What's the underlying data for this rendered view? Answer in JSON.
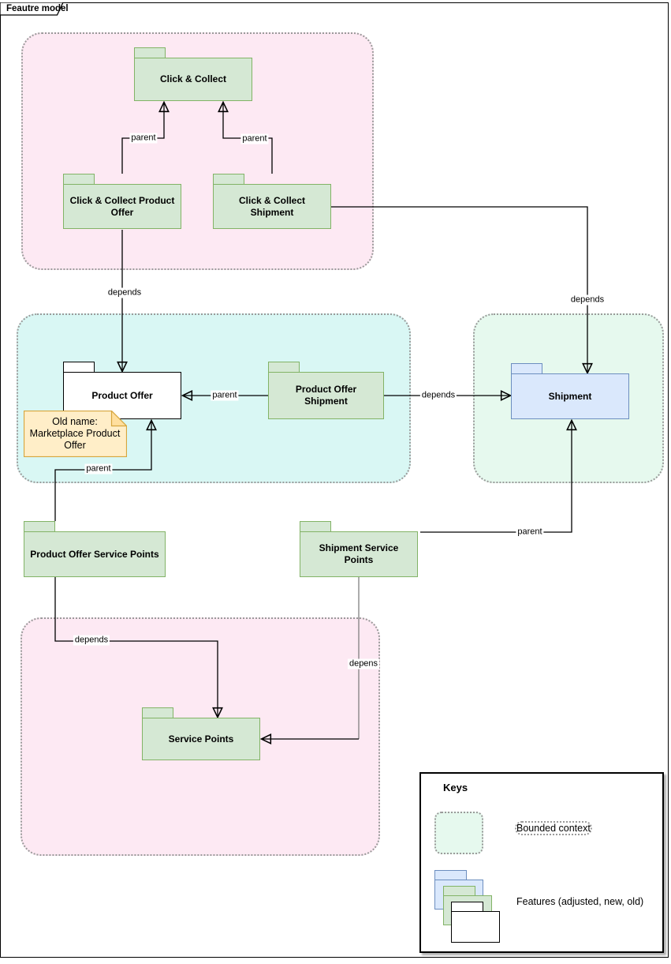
{
  "page": {
    "tab_title": "Feautre model"
  },
  "nodes": {
    "click_collect": {
      "label": "Click & Collect",
      "style": "feature-new"
    },
    "cc_product_offer": {
      "label": "Click & Collect Product Offer",
      "style": "feature-new"
    },
    "cc_shipment": {
      "label": "Click & Collect Shipment",
      "style": "feature-new"
    },
    "product_offer": {
      "label": "Product Offer",
      "style": "feature-old"
    },
    "product_offer_shipment": {
      "label": "Product Offer Shipment",
      "style": "feature-new"
    },
    "shipment": {
      "label": "Shipment",
      "style": "feature-adjusted"
    },
    "product_offer_service_points": {
      "label": "Product Offer Service Points",
      "style": "feature-new"
    },
    "shipment_service_points": {
      "label": "Shipment Service Points",
      "style": "feature-new"
    },
    "service_points": {
      "label": "Service Points",
      "style": "feature-new"
    }
  },
  "note": {
    "text": "Old name: Marketplace Product Offer"
  },
  "edges": [
    {
      "from": "cc_product_offer",
      "to": "click_collect",
      "label": "parent"
    },
    {
      "from": "cc_shipment",
      "to": "click_collect",
      "label": "parent"
    },
    {
      "from": "cc_product_offer",
      "to": "product_offer",
      "label": "depends"
    },
    {
      "from": "cc_shipment",
      "to": "shipment",
      "label": "depends"
    },
    {
      "from": "product_offer_shipment",
      "to": "product_offer",
      "label": "parent"
    },
    {
      "from": "product_offer_shipment",
      "to": "shipment",
      "label": "depends"
    },
    {
      "from": "product_offer_service_points",
      "to": "product_offer",
      "label": "parent"
    },
    {
      "from": "shipment_service_points",
      "to": "shipment",
      "label": "parent"
    },
    {
      "from": "product_offer_service_points",
      "to": "service_points",
      "label": "depends"
    },
    {
      "from": "shipment_service_points",
      "to": "service_points",
      "label": "depens"
    }
  ],
  "legend": {
    "title": "Keys",
    "items": [
      {
        "label": "Bounded context"
      },
      {
        "label": "Features (adjusted, new, old)"
      }
    ]
  },
  "colors": {
    "feature_new_fill": "#d5e8d4",
    "feature_new_stroke": "#82b366",
    "feature_adjusted_fill": "#dae8fc",
    "feature_adjusted_stroke": "#6c8ebf",
    "feature_old_fill": "#ffffff",
    "feature_old_stroke": "#000000",
    "note_fill": "#ffeec8",
    "note_stroke": "#d6a63e",
    "bounded_context_pink": "#fde9f3",
    "bounded_context_cyan": "#d9f7f4",
    "bounded_context_mint": "#e6f9ee",
    "bounded_context_border": "#9a9a9a"
  }
}
